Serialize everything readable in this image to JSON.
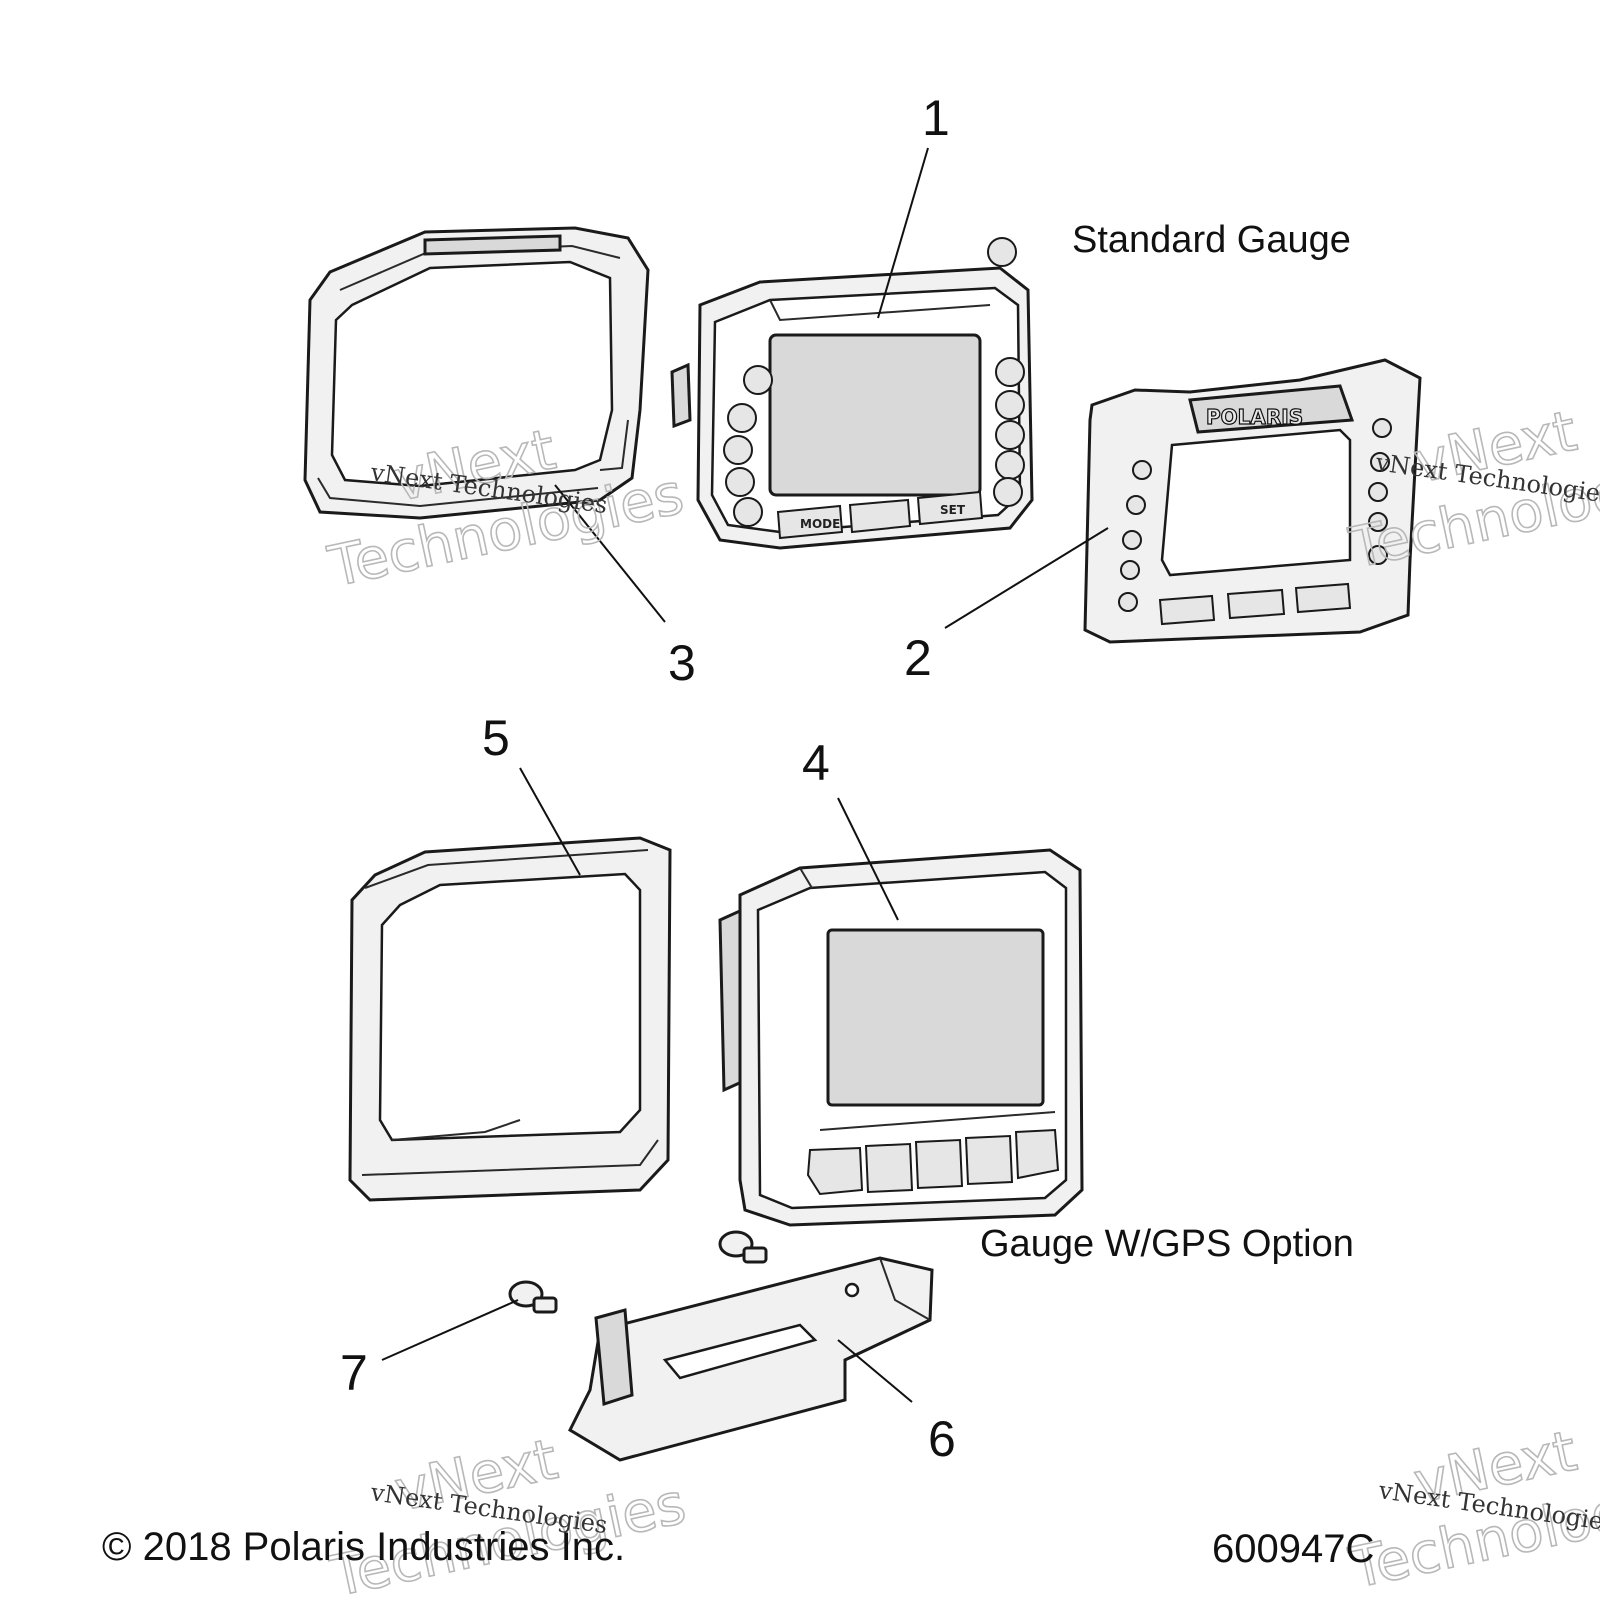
{
  "section_labels": {
    "standard": "Standard Gauge",
    "gps": "Gauge W/GPS Option"
  },
  "callouts": [
    "1",
    "2",
    "3",
    "4",
    "5",
    "6",
    "7"
  ],
  "bezel_brand": "POLARIS",
  "gauge_buttons": {
    "mode": "MODE",
    "set": "SET"
  },
  "footer": {
    "copyright": "© 2018 Polaris Industries Inc.",
    "part_number": "600947C"
  },
  "watermark": {
    "logo_line_1": "vNext",
    "logo_line_2": "Technologies",
    "text": "vNext Technologies"
  }
}
